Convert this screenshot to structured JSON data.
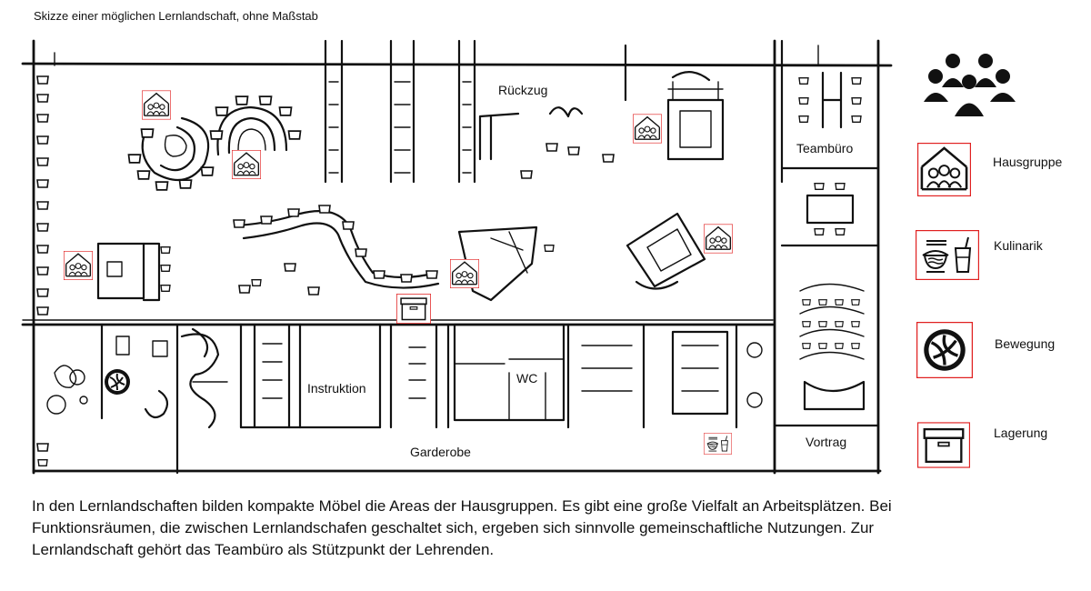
{
  "caption": "Skizze einer möglichen Lernlandschaft, ohne Maßstab",
  "rooms": {
    "rueckzug": "Rückzug",
    "teambuero": "Teambüro",
    "instruktion": "Instruktion",
    "wc": "WC",
    "garderobe": "Garderobe",
    "vortrag": "Vortrag"
  },
  "legend": [
    {
      "icon": "house-group-icon",
      "label": "Hausgruppe"
    },
    {
      "icon": "culinary-icon",
      "label": "Kulinarik"
    },
    {
      "icon": "volleyball-icon",
      "label": "Bewegung"
    },
    {
      "icon": "storage-box-icon",
      "label": "Lagerung"
    }
  ],
  "description": "In den Lernlandschaften bilden kompakte Möbel die Areas der Hausgruppen. Es gibt eine große Vielfalt an Arbeitsplätzen. Bei Funktionsräumen, die zwischen Lernlandschafen geschaltet sich, ergeben sich sinnvolle gemeinschaftliche Nutzungen. Zur Lernlandschaft gehört das Teambüro als Stützpunkt der Lehrenden.",
  "colors": {
    "marker": "#e02020",
    "ink": "#111111"
  }
}
